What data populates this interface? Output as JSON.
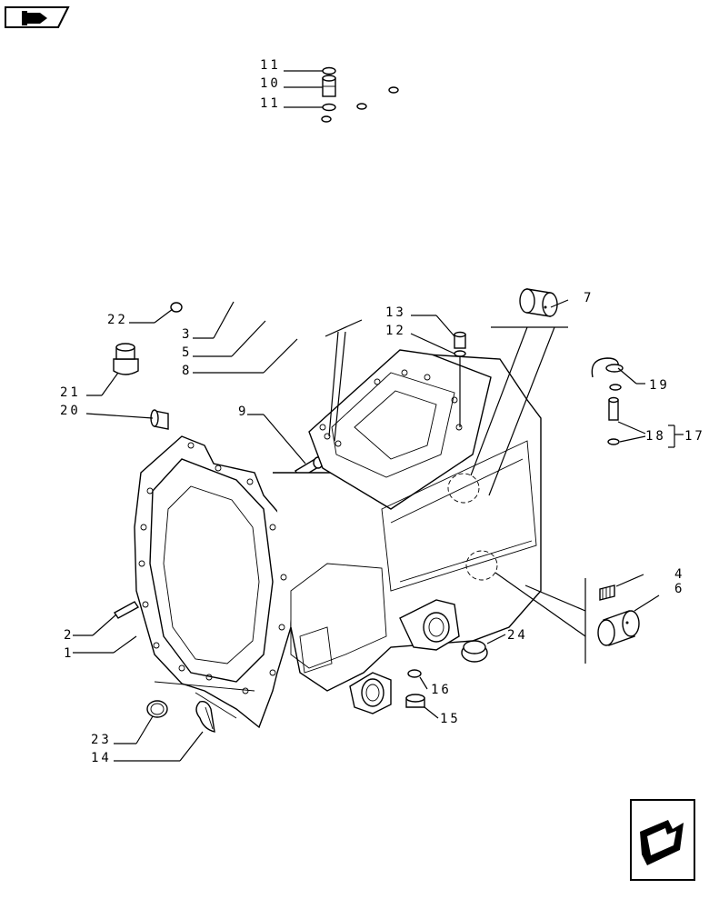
{
  "callouts": [
    {
      "id": "c11a",
      "text": "11"
    },
    {
      "id": "c10",
      "text": "10"
    },
    {
      "id": "c11b",
      "text": "11"
    },
    {
      "id": "c22",
      "text": "22"
    },
    {
      "id": "c3",
      "text": "3"
    },
    {
      "id": "c5",
      "text": "5"
    },
    {
      "id": "c8",
      "text": "8"
    },
    {
      "id": "c21",
      "text": "21"
    },
    {
      "id": "c20",
      "text": "20"
    },
    {
      "id": "c9",
      "text": "9"
    },
    {
      "id": "c13",
      "text": "13"
    },
    {
      "id": "c12",
      "text": "12"
    },
    {
      "id": "c7",
      "text": "7"
    },
    {
      "id": "c19",
      "text": "19"
    },
    {
      "id": "c18",
      "text": "18"
    },
    {
      "id": "c17",
      "text": "17"
    },
    {
      "id": "c4",
      "text": "4"
    },
    {
      "id": "c6",
      "text": "6"
    },
    {
      "id": "c24",
      "text": "24"
    },
    {
      "id": "c16",
      "text": "16"
    },
    {
      "id": "c15",
      "text": "15"
    },
    {
      "id": "c2",
      "text": "2"
    },
    {
      "id": "c1",
      "text": "1"
    },
    {
      "id": "c23",
      "text": "23"
    },
    {
      "id": "c14",
      "text": "14"
    }
  ],
  "icons": {
    "top_left": "book-navigation-icon",
    "bottom_right": "arrow-navigation-icon"
  }
}
